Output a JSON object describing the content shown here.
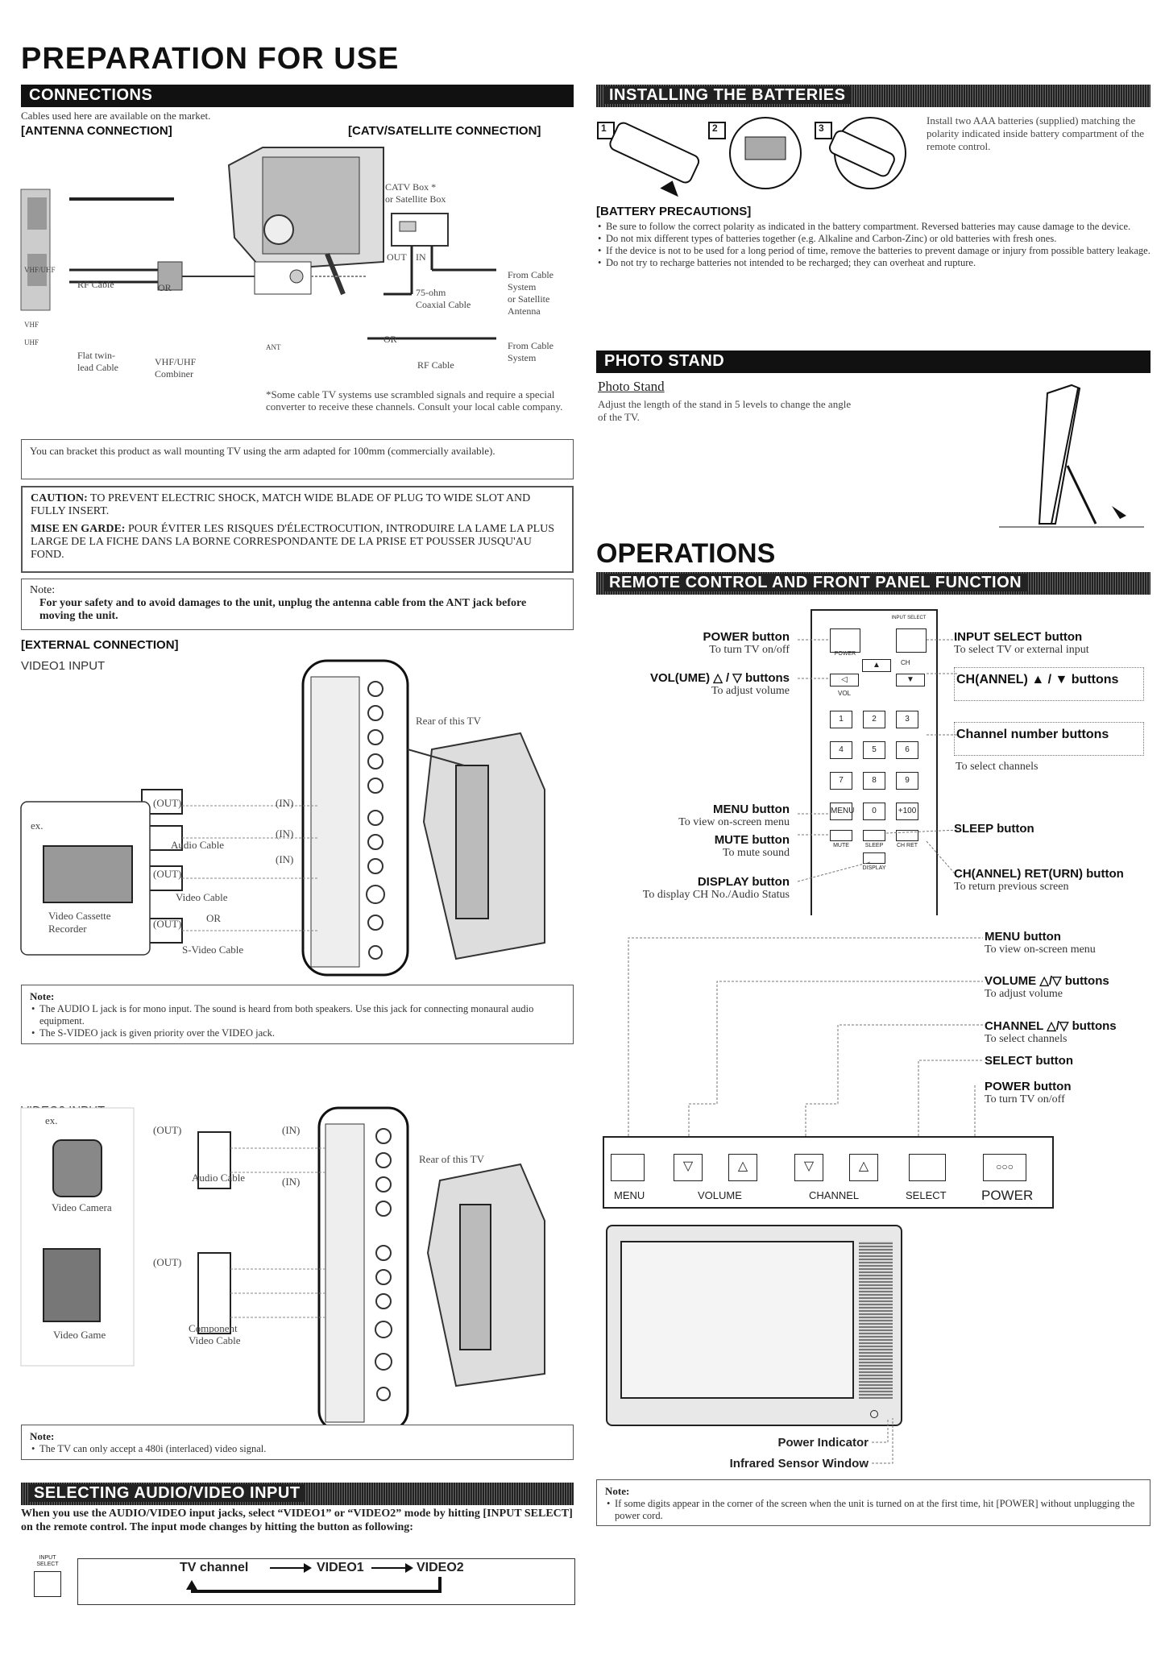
{
  "title": "PREPARATION FOR USE",
  "connections": {
    "heading": "CONNECTIONS",
    "intro": "Cables used here are available on the market.",
    "antenna_heading": "[ANTENNA CONNECTION]",
    "catv_heading": "[CATV/SATELLITE CONNECTION]",
    "labels": {
      "catv_box": "CATV Box *",
      "or_satellite_box": "or Satellite Box",
      "out": "OUT",
      "in": "IN",
      "from_cable_1": "From Cable",
      "system_1": "System",
      "or_satellite": "or Satellite",
      "antenna": "Antenna",
      "ohm": "75-ohm",
      "coaxial": "Coaxial Cable",
      "or_mid": "OR",
      "from_cable_2": "From Cable",
      "system_2": "System",
      "rf_cable_right": "RF Cable",
      "rf_cable_left": "RF Cable",
      "or_left": "OR",
      "flat_twin": "Flat twin-",
      "lead_cable": "lead Cable",
      "vhf_uhf": "VHF/UHF",
      "combiner": "Combiner",
      "vhf_uhf_jack": "VHF/UHF",
      "vhf": "VHF",
      "uhf": "UHF",
      "ant": "ANT"
    },
    "scramble_note": "*Some cable TV systems use scrambled signals and require a special converter to receive these channels. Consult your local cable company."
  },
  "wall_mount": "You can bracket this product as wall mounting TV using the arm adapted for 100mm (commercially available).",
  "caution": {
    "label": "CAUTION:",
    "text": "TO PREVENT ELECTRIC SHOCK, MATCH WIDE BLADE OF PLUG TO WIDE SLOT AND FULLY INSERT.",
    "label_fr": "MISE EN GARDE:",
    "text_fr": "POUR ÉVITER LES RISQUES D'ÉLECTROCUTION, INTRODUIRE LA LAME LA PLUS LARGE DE LA FICHE DANS LA BORNE CORRESPONDANTE DE LA PRISE ET POUSSER JUSQU'AU FOND."
  },
  "note1": {
    "label": "Note:",
    "text": "For your safety and to avoid damages to the unit, unplug the antenna cable from the ANT jack before moving the unit."
  },
  "external": {
    "heading": "[EXTERNAL CONNECTION]",
    "video1": "VIDEO1 INPUT",
    "rear_tv": "Rear of this TV",
    "out": "(OUT)",
    "in": "(IN)",
    "ex": "ex.",
    "audio_cable": "Audio Cable",
    "video_cable": "Video Cable",
    "or": "OR",
    "svideo_cable": "S-Video Cable",
    "vcr": "Video Cassette",
    "recorder": "Recorder",
    "note_label": "Note:",
    "note_items": [
      "The AUDIO L jack is for mono input. The sound is heard from both speakers. Use this jack for connecting monaural audio equipment.",
      "The S-VIDEO jack is given priority over the VIDEO jack."
    ],
    "video2": "VIDEO2 INPUT",
    "video_camera": "Video Camera",
    "video_game": "Video Game",
    "component": "Component",
    "video_cable_2": "Video Cable",
    "note2_label": "Note:",
    "note2_text": "The TV can only accept a 480i (interlaced) video signal."
  },
  "selecting": {
    "heading": "SELECTING AUDIO/VIDEO INPUT",
    "text": "When you use the AUDIO/VIDEO input jacks, select “VIDEO1” or “VIDEO2” mode by hitting [INPUT SELECT] on the remote control. The input mode changes by hitting the button as following:",
    "input_label": "INPUT SELECT",
    "cycle": [
      "TV channel",
      "VIDEO1",
      "VIDEO2"
    ]
  },
  "batteries": {
    "heading": "INSTALLING THE BATTERIES",
    "steps": [
      "1",
      "2",
      "3"
    ],
    "text": "Install two AAA batteries (supplied) matching the polarity indicated inside battery compartment of the remote control.",
    "precautions_heading": "[BATTERY PRECAUTIONS]",
    "precautions": [
      "Be sure to follow the correct polarity as indicated in the battery compartment. Reversed batteries may cause damage to the device.",
      "Do not mix different types of batteries together (e.g. Alkaline and Carbon-Zinc) or old batteries with fresh ones.",
      "If the device is not to be used for a long period of time, remove the batteries to prevent damage or injury from possible battery leakage.",
      "Do not try to recharge batteries not intended to be recharged; they can overheat and rupture."
    ]
  },
  "photo_stand": {
    "heading": "PHOTO STAND",
    "subheading": "Photo Stand",
    "text": "Adjust the length of the stand in 5 levels to change the angle of the TV."
  },
  "operations": {
    "title": "OPERATIONS",
    "heading": "REMOTE CONTROL AND FRONT PANEL FUNCTION",
    "remote_left": [
      {
        "name": "POWER button",
        "desc": "To turn TV on/off"
      },
      {
        "name": "VOL(UME) △ / ▽ buttons",
        "desc": "To adjust volume"
      },
      {
        "name": "MENU button",
        "desc": "To view on-screen menu"
      },
      {
        "name": "MUTE button",
        "desc": "To mute sound"
      },
      {
        "name": "DISPLAY button",
        "desc": "To display CH No./Audio Status"
      }
    ],
    "remote_right": [
      {
        "name": "INPUT SELECT button",
        "desc": "To select TV or external input"
      },
      {
        "name": "CH(ANNEL) ▲ / ▼ buttons",
        "desc": ""
      },
      {
        "name": "Channel number buttons",
        "desc": "To select channels"
      },
      {
        "name": "SLEEP button",
        "desc": ""
      },
      {
        "name": "CH(ANNEL) RET(URN) button",
        "desc": "To return previous screen"
      }
    ],
    "remote_keys": {
      "input_select": "INPUT SELECT",
      "power": "POWER",
      "ch": "CH",
      "vol": "VOL",
      "digits": [
        "1",
        "2",
        "3",
        "4",
        "5",
        "6",
        "7",
        "8",
        "9",
        "0",
        "+100"
      ],
      "menu": "MENU",
      "mute": "MUTE",
      "sleep": "SLEEP",
      "ch_ret": "CH RET",
      "display": "DISPLAY"
    },
    "panel_right": [
      {
        "name": "MENU button",
        "desc": "To view on-screen menu"
      },
      {
        "name": "VOLUME △/▽ buttons",
        "desc": "To adjust volume"
      },
      {
        "name": "CHANNEL △/▽ buttons",
        "desc": "To select channels"
      },
      {
        "name": "SELECT button",
        "desc": ""
      },
      {
        "name": "POWER button",
        "desc": "To turn TV on/off"
      }
    ],
    "panel_labels": [
      "MENU",
      "VOLUME",
      "CHANNEL",
      "SELECT",
      "POWER"
    ],
    "power_indicator": "Power Indicator",
    "infrared": "Infrared Sensor Window",
    "note_label": "Note:",
    "note_text": "If some digits appear in the corner of the screen when the unit is turned on at the first time, hit [POWER] without unplugging the power cord."
  }
}
